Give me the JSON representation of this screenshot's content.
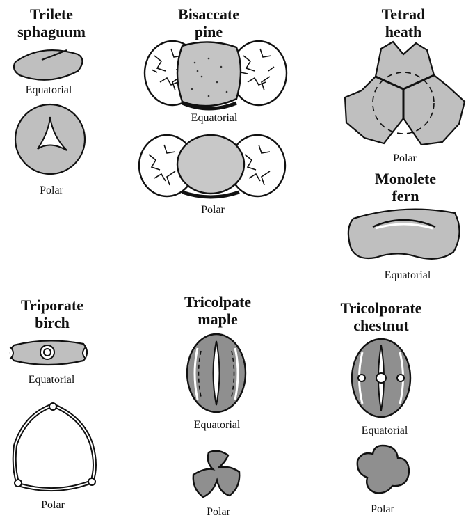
{
  "title": "",
  "colors": {
    "grain_fill": "#bfbfbf",
    "dark_fill": "#8f8f8f",
    "outline": "#111111"
  },
  "panels": {
    "trilete": {
      "line1": "Trilete",
      "line2": "sphaguum",
      "view1": "Equatorial",
      "view2": "Polar"
    },
    "bisaccate": {
      "line1": "Bisaccate",
      "line2": "pine",
      "view1": "Equatorial",
      "view2": "Polar"
    },
    "tetrad": {
      "line1": "Tetrad",
      "line2": "heath",
      "view1": "Polar"
    },
    "monolete": {
      "line1": "Monolete",
      "line2": "fern",
      "view1": "Equatorial"
    },
    "triporate": {
      "line1": "Triporate",
      "line2": "birch",
      "view1": "Equatorial",
      "view2": "Polar"
    },
    "tricolpate": {
      "line1": "Tricolpate",
      "line2": "maple",
      "view1": "Equatorial",
      "view2": "Polar"
    },
    "tricolporate": {
      "line1": "Tricolporate",
      "line2": "chestnut",
      "view1": "Equatorial",
      "view2": "Polar"
    }
  }
}
